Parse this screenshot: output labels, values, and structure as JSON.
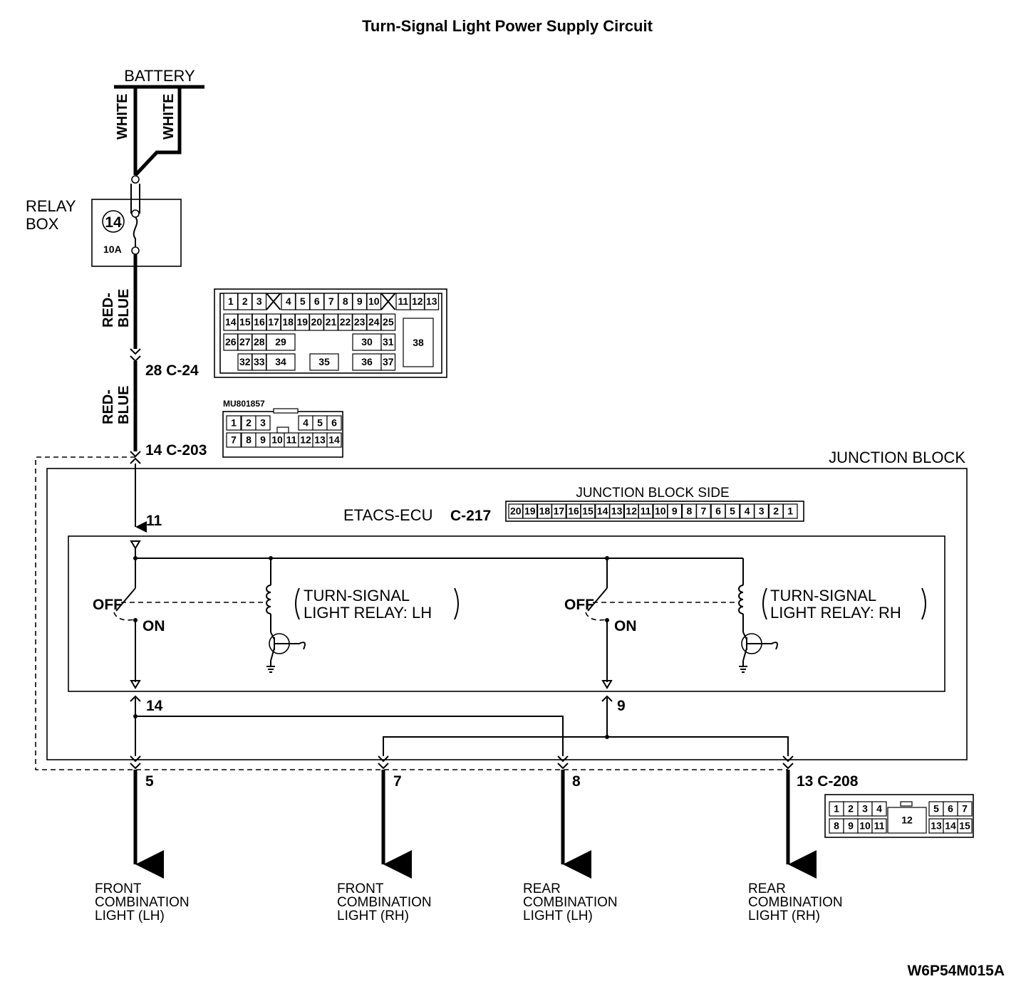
{
  "title": "Turn-Signal Light Power Supply Circuit",
  "figure_id": "W6P54M015A",
  "battery": {
    "label": "BATTERY",
    "wire_left": "WHITE",
    "wire_right": "WHITE"
  },
  "relay_box": {
    "label_line1": "RELAY",
    "label_line2": "BOX",
    "fuse_number": "14",
    "fuse_rating": "10A"
  },
  "wire_relay_to_c24": {
    "line1": "RED-",
    "line2": "BLUE"
  },
  "wire_c24_to_c203": {
    "line1": "RED-",
    "line2": "BLUE"
  },
  "connector_c24": {
    "pin_label": "28 C-24",
    "row1": [
      "1",
      "2",
      "3",
      "4",
      "5",
      "6",
      "7",
      "8",
      "9",
      "10",
      "11",
      "12",
      "13"
    ],
    "row2": [
      "14",
      "15",
      "16",
      "17",
      "18",
      "19",
      "20",
      "21",
      "22",
      "23",
      "24",
      "25"
    ],
    "row3": [
      "26",
      "27",
      "28",
      "29",
      "30",
      "31"
    ],
    "row4": [
      "32",
      "33",
      "34",
      "35",
      "36",
      "37"
    ],
    "big_cell": "38"
  },
  "connector_c203": {
    "part_number": "MU801857",
    "pin_label": "14 C-203",
    "row1": [
      "1",
      "2",
      "3",
      "4",
      "5",
      "6"
    ],
    "row2": [
      "7",
      "8",
      "9",
      "10",
      "11",
      "12",
      "13",
      "14"
    ]
  },
  "junction_block": {
    "label": "JUNCTION BLOCK",
    "side_label": "JUNCTION BLOCK SIDE",
    "ecu_label": "ETACS-ECU",
    "ecu_connector": "C-217",
    "c217_pins": [
      "20",
      "19",
      "18",
      "17",
      "16",
      "15",
      "14",
      "13",
      "12",
      "11",
      "10",
      "9",
      "8",
      "7",
      "6",
      "5",
      "4",
      "3",
      "2",
      "1"
    ]
  },
  "ecu": {
    "pin_in": "11",
    "pin_out_lh": "14",
    "pin_out_rh": "9",
    "relay_lh": {
      "off": "OFF",
      "on": "ON",
      "line1": "TURN-SIGNAL",
      "line2": "LIGHT RELAY: LH"
    },
    "relay_rh": {
      "off": "OFF",
      "on": "ON",
      "line1": "TURN-SIGNAL",
      "line2": "LIGHT RELAY: RH"
    }
  },
  "connector_c208": {
    "pins_label": [
      "5",
      "7",
      "8",
      "13 C-208"
    ],
    "row1": [
      "1",
      "2",
      "3",
      "4",
      "5",
      "6",
      "7"
    ],
    "row2": [
      "8",
      "9",
      "10",
      "11",
      "13",
      "14",
      "15"
    ],
    "big_cell": "12"
  },
  "outputs": [
    {
      "line1": "FRONT",
      "line2": "COMBINATION",
      "line3": "LIGHT (LH)"
    },
    {
      "line1": "FRONT",
      "line2": "COMBINATION",
      "line3": "LIGHT (RH)"
    },
    {
      "line1": "REAR",
      "line2": "COMBINATION",
      "line3": "LIGHT (LH)"
    },
    {
      "line1": "REAR",
      "line2": "COMBINATION",
      "line3": "LIGHT (RH)"
    }
  ]
}
